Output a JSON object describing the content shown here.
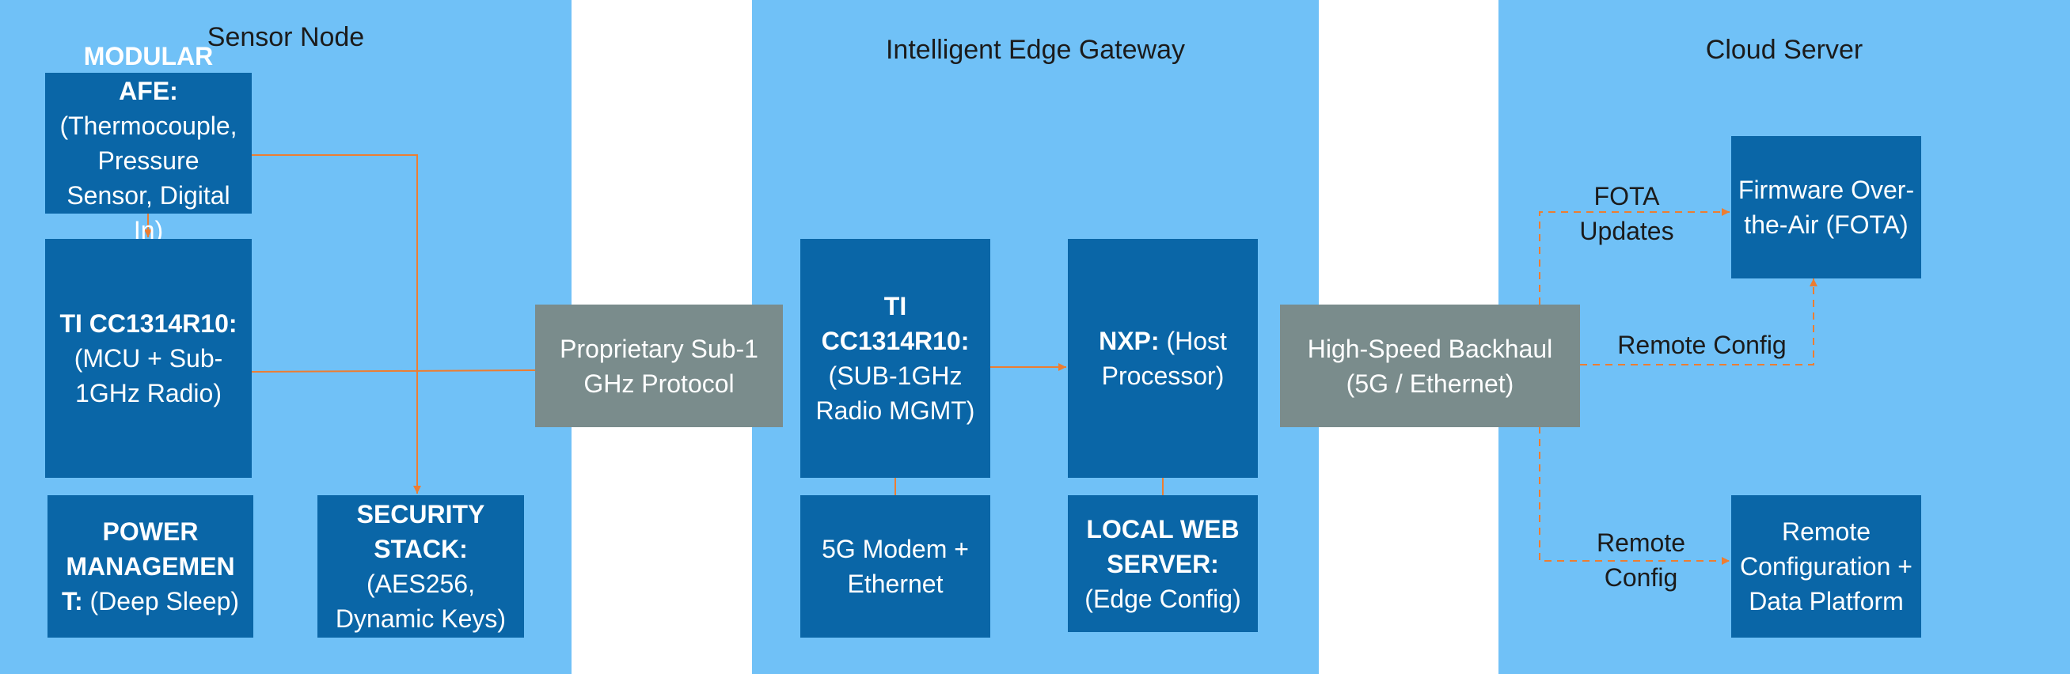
{
  "panels": {
    "sensor_node": "Sensor Node",
    "edge_gateway": "Intelligent Edge Gateway",
    "cloud_server": "Cloud Server"
  },
  "boxes": {
    "afe_title": "MODULAR AFE:",
    "afe_body": "(Thermocouple, Pressure Sensor, Digital In)",
    "mcu_title": "TI CC1314R10:",
    "mcu_body": "(MCU + Sub-1GHz Radio)",
    "power_title": "POWER MANAGEMEN T:",
    "power_body": "(Deep Sleep)",
    "security_title": "SECURITY STACK:",
    "security_body": "(AES256, Dynamic Keys)",
    "protocol": "Proprietary Sub-1 GHz Protocol",
    "gw_radio_title": "TI CC1314R10:",
    "gw_radio_body": "(SUB-1GHz Radio MGMT)",
    "nxp_title": "NXP:",
    "nxp_body": "(Host Processor)",
    "modem": "5G Modem + Ethernet",
    "webserver_title": "LOCAL WEB SERVER:",
    "webserver_body": "(Edge Config)",
    "backhaul": "High-Speed Backhaul (5G / Ethernet)",
    "fota": "Firmware Over-the-Air (FOTA)",
    "remote_platform": "Remote Configuration + Data Platform"
  },
  "edge_labels": {
    "fota_updates": "FOTA Updates",
    "remote_config_1": "Remote Config",
    "remote_config_2": "Remote Config"
  },
  "colors": {
    "panel": "#70c1f7",
    "box_blue": "#0a66a7",
    "box_gray": "#7a8c8c",
    "arrow": "#ed7d31"
  }
}
